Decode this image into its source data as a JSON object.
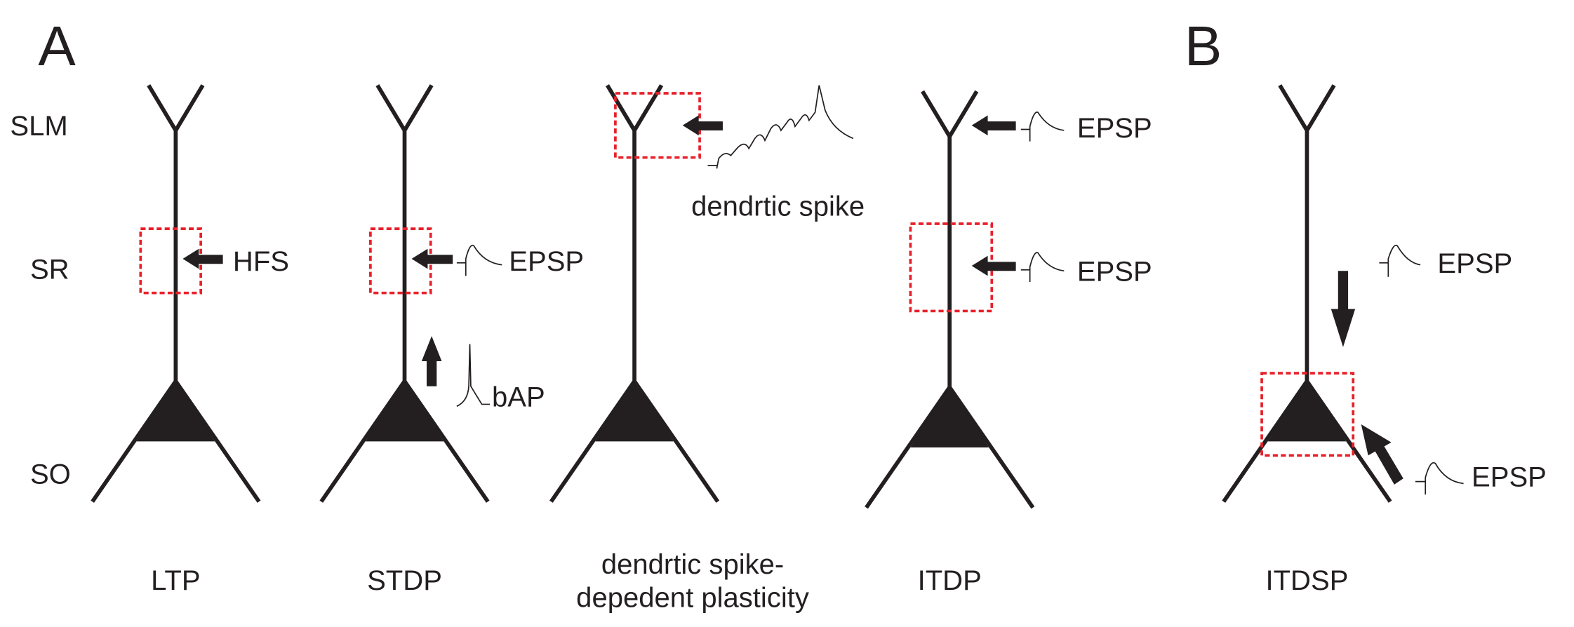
{
  "panels": {
    "a": "A",
    "b": "B"
  },
  "layers": {
    "slm": "SLM",
    "sr": "SR",
    "so": "SO"
  },
  "neurons": [
    {
      "title": "LTP",
      "inputs": [
        "HFS"
      ]
    },
    {
      "title": "STDP",
      "inputs": [
        "EPSP",
        "bAP"
      ]
    },
    {
      "title_line1": "dendrtic spike-",
      "title_line2": "depedent plasticity",
      "inputs": [
        "dendrtic spike"
      ]
    },
    {
      "title": "ITDP",
      "inputs": [
        "EPSP",
        "EPSP"
      ]
    },
    {
      "title": "ITDSP",
      "inputs": [
        "EPSP",
        "EPSP"
      ]
    }
  ],
  "colors": {
    "ink": "#231f20",
    "highlight": "#e8202a"
  }
}
